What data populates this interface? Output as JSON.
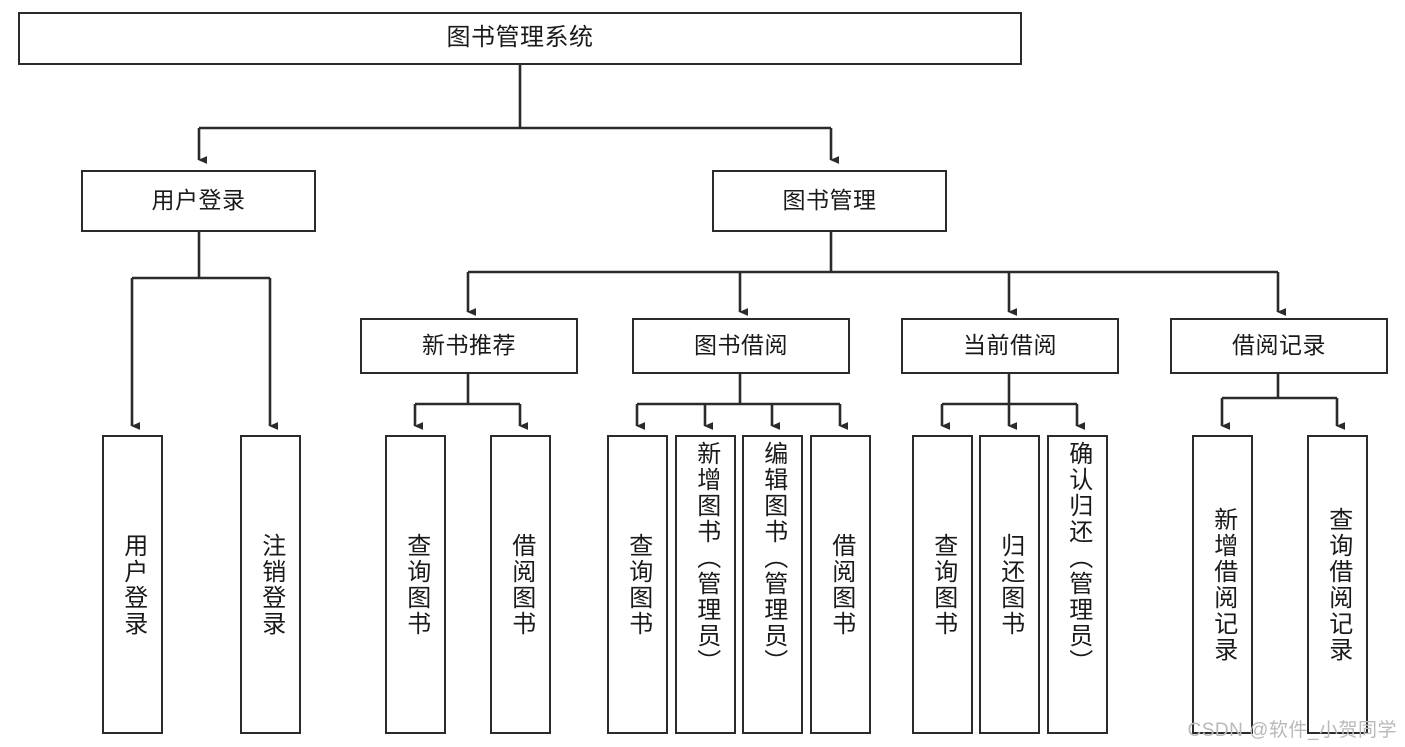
{
  "diagram": {
    "type": "tree",
    "title": "图书管理系统",
    "orientation": "top-down",
    "colors": {
      "background": "#ffffff",
      "box_border": "#2b2b2b",
      "box_fill": "#ffffff",
      "connector": "#2b2b2b",
      "text": "#1a1a1a",
      "watermark": "#b9b9b9"
    },
    "root": {
      "label": "图书管理系统"
    },
    "level2": [
      {
        "label": "用户登录"
      },
      {
        "label": "图书管理"
      }
    ],
    "level3": [
      {
        "label": "新书推荐"
      },
      {
        "label": "图书借阅"
      },
      {
        "label": "当前借阅"
      },
      {
        "label": "借阅记录"
      }
    ],
    "leaves": {
      "user_login": [
        {
          "label": "用户登录"
        },
        {
          "label": "注销登录"
        }
      ],
      "new_book_recommend": [
        {
          "label": "查询图书"
        },
        {
          "label": "借阅图书"
        }
      ],
      "book_borrow": [
        {
          "label": "查询图书"
        },
        {
          "label": "新增图书（管理员）"
        },
        {
          "label": "编辑图书（管理员）"
        },
        {
          "label": "借阅图书"
        }
      ],
      "current_borrow": [
        {
          "label": "查询图书"
        },
        {
          "label": "归还图书"
        },
        {
          "label": "确认归还（管理员）"
        }
      ],
      "borrow_record": [
        {
          "label": "新增借阅记录"
        },
        {
          "label": "查询借阅记录"
        }
      ]
    }
  },
  "watermark": {
    "text": "CSDN @软件_小贺同学"
  }
}
